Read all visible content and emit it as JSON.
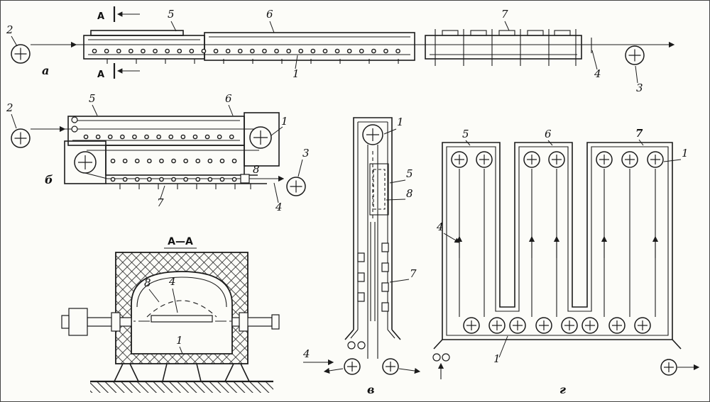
{
  "diagram_a": {
    "panel": "а",
    "section_mark_top": "А",
    "section_mark_bottom": "А",
    "label_uncoiler": "2",
    "label_zone_1": "5",
    "label_zone_2": "6",
    "label_zone_3": "7",
    "label_strip": "1",
    "label_seal": "4",
    "label_coiler": "3"
  },
  "diagram_b": {
    "panel": "б",
    "label_uncoiler": "2",
    "label_zone_1": "5",
    "label_zone_2": "6",
    "label_turn_roll": "1",
    "label_coiler": "3",
    "label_zone_3": "7",
    "label_seal": "8",
    "label_exit": "4"
  },
  "section_aa": {
    "title": "А—А",
    "label_muffle": "8",
    "label_strip": "4",
    "label_hearth": "1"
  },
  "diagram_v": {
    "panel": "в",
    "label_top_roll": "1",
    "label_zone_1": "5",
    "label_muffle": "8",
    "label_zone_2": "7",
    "label_entry": "4"
  },
  "diagram_g": {
    "panel": "г",
    "label_tower_1": "5",
    "label_tower_2": "6",
    "label_tower_3": "7",
    "label_top_roll": "1",
    "label_bottom_roll": "1",
    "label_strip": "4"
  }
}
